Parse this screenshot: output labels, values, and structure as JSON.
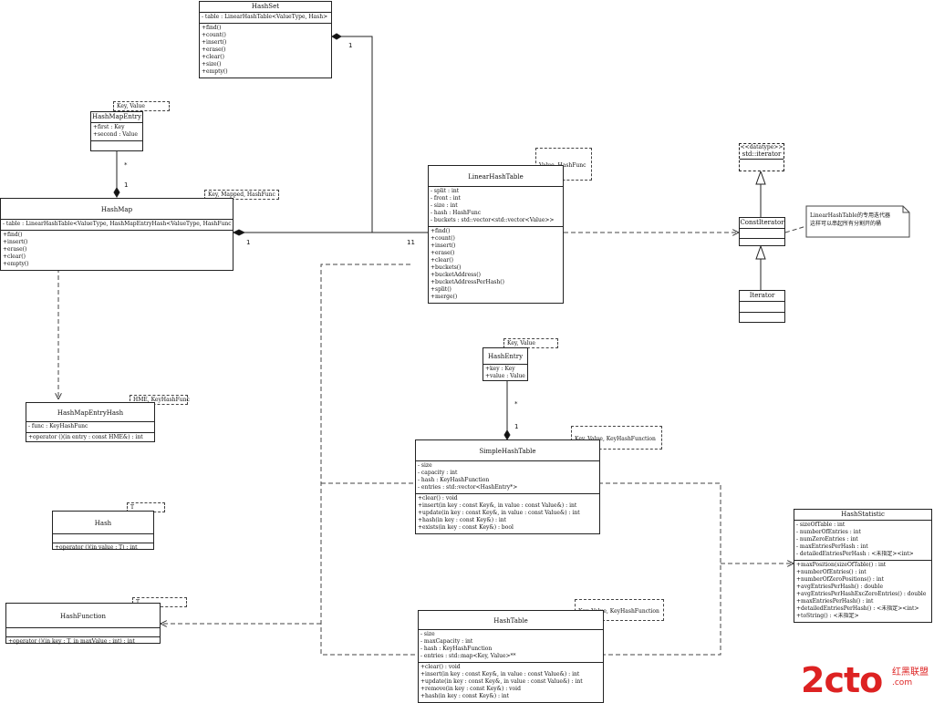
{
  "classes": {
    "hashset": {
      "name": "HashSet",
      "attrs": [
        "- table : LinearHashTable<ValueType, Hash>"
      ],
      "ops": [
        "+find()",
        "+count()",
        "+insert()",
        "+erase()",
        "+clear()",
        "+size()",
        "+empty()"
      ]
    },
    "hashmapentry": {
      "name": "HashMapEntry",
      "tpl": "Key, Value",
      "attrs": [
        "+first : Key",
        "+second : Value"
      ],
      "ops": []
    },
    "hashmap": {
      "name": "HashMap",
      "tpl": "Key, Mapped, HashFunc",
      "attrs": [
        "- table : LinearHashTable<ValueType, HashMapEntryHash<ValueType, HashFunc>>"
      ],
      "ops": [
        "+find()",
        "+insert()",
        "+erase()",
        "+clear()",
        "+empty()"
      ]
    },
    "linearhashtable": {
      "name": "LinearHashTable",
      "tpl": "Value, HashFunc",
      "attrs": [
        "- split : int",
        "- front : int",
        "- size : int",
        "- hash : HashFunc",
        "- buckets : std::vector<std::vector<Value>>"
      ],
      "ops": [
        "+find()",
        "+count()",
        "+insert()",
        "+erase()",
        "+clear()",
        "+buckets()",
        "+bucketAddress()",
        "+bucketAddressPerHash()",
        "+split()",
        "+merge()"
      ]
    },
    "stditerator": {
      "stereo": "<<datatype>>",
      "name": "std::iterator"
    },
    "constiterator": {
      "name": "ConstIterator"
    },
    "iterator": {
      "name": "Iterator"
    },
    "hashmapentryhash": {
      "name": "HashMapEntryHash",
      "tpl": "HME, KeyHashFunc",
      "attrs": [
        "- func : KeyHashFunc"
      ],
      "ops": [
        "+operator ()(in entry : const HME&) : int"
      ]
    },
    "hashentry": {
      "name": "HashEntry",
      "tpl": "Key, Value",
      "attrs": [
        "+key : Key",
        "+value : Value"
      ],
      "ops": []
    },
    "simplehashtable": {
      "name": "SimpleHashTable",
      "tpl": "Key, Value, KeyHashFunction",
      "attrs": [
        "- size",
        "- capacity : int",
        "- hash : KeyHashFunction",
        "- entries : std::vector<HashEntry*>"
      ],
      "ops": [
        "+clear() : void",
        "+insert(in key : const Key&, in value : const Value&) : int",
        "+update(in key : const Key&, in value : const Value&) : int",
        "+hash(in key : const Key&) : int",
        "+exists(in key : const Key&) : bool"
      ]
    },
    "hash": {
      "name": "Hash",
      "tpl": "T",
      "attrs": [],
      "ops": [
        "+operator ()(in value : T) : int"
      ]
    },
    "hashfunction": {
      "name": "HashFunction",
      "tpl": "T",
      "attrs": [],
      "ops": [
        "+operator ()(in key : T, in maxValue : int) : int"
      ]
    },
    "hashtable": {
      "name": "HashTable",
      "tpl": "Key, Value, KeyHashFunction",
      "attrs": [
        "- size",
        "- maxCapacity : int",
        "- hash : KeyHashFunction",
        "- entries : std::map<Key, Value>**"
      ],
      "ops": [
        "+clear() : void",
        "+insert(in key : const Key&, in value : const Value&) : int",
        "+update(in key : const Key&, in value : const Value&) : int",
        "+remove(in key : const Key&) : void",
        "+hash(in key : const Key&) : int"
      ]
    },
    "hashstatistic": {
      "name": "HashStatistic",
      "attrs": [
        "- sizeOfTable : int",
        "- numberOfEntries : int",
        "- numZeroEntries : int",
        "- maxEntriesPerHash : int",
        "- detailedEntriesPerHash : <未指定><int>"
      ],
      "ops": [
        "+maxPosition(sizeOfTable() : int",
        "+numberOfEntries() : int",
        "+numberOfZeroPositions() : int",
        "+avgEntriesPerHash() : double",
        "+avgEntriesPerHashExcZeroEntries() : double",
        "+maxEntriesPerHash() : int",
        "+detailedEntriesPerHash() : <未指定><int>",
        "+toString() : <未指定>"
      ]
    }
  },
  "multiplicities": {
    "hs_lht": "1",
    "hm_lht_left": "1",
    "hm_lht_right": "11",
    "hme_star": "*",
    "hme_one": "1",
    "he_star": "*",
    "he_one": "1"
  },
  "note": {
    "line1": "LinearHashTable的专用迭代器",
    "line2": "这样可以串起所有分割开的桶"
  },
  "watermark": {
    "main": "2cto",
    "side": "红黑联盟",
    "url": ".com"
  },
  "colors": {
    "line": "#222222",
    "watermark": "#dd2222"
  }
}
